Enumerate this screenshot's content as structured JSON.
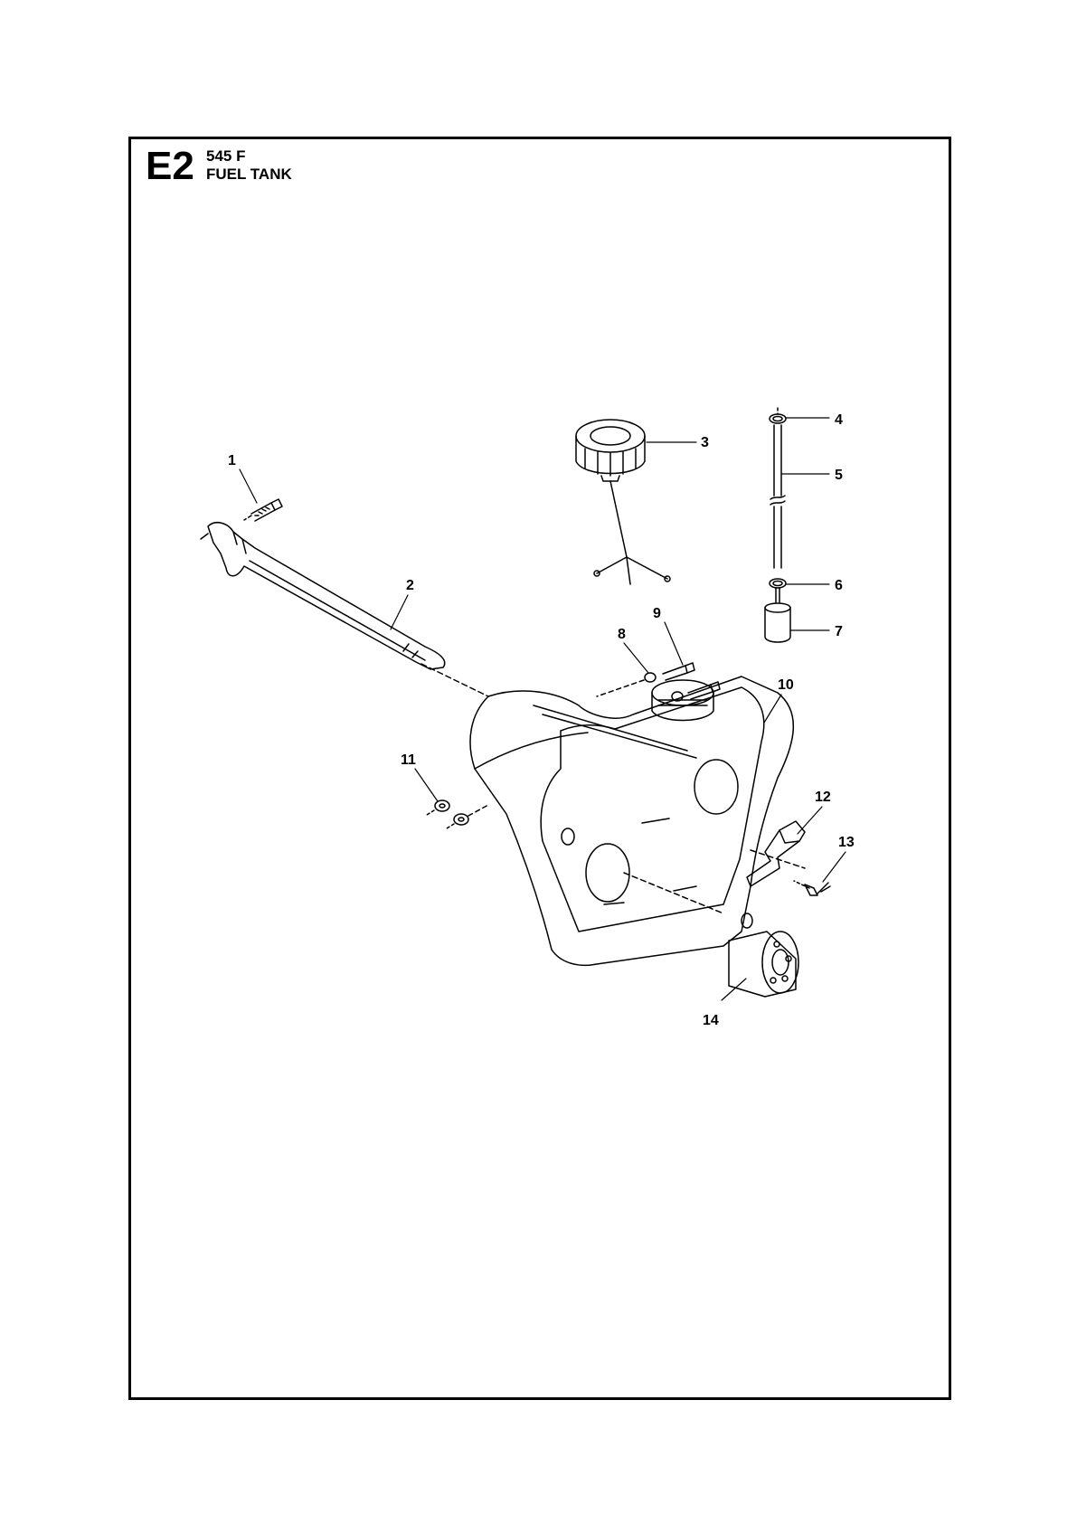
{
  "header": {
    "section_code": "E2",
    "model": "545 F",
    "title": "FUEL TANK"
  },
  "callouts": [
    {
      "id": "1",
      "label": "1"
    },
    {
      "id": "2",
      "label": "2"
    },
    {
      "id": "3",
      "label": "3"
    },
    {
      "id": "4",
      "label": "4"
    },
    {
      "id": "5",
      "label": "5"
    },
    {
      "id": "6",
      "label": "6"
    },
    {
      "id": "7",
      "label": "7"
    },
    {
      "id": "8",
      "label": "8"
    },
    {
      "id": "9",
      "label": "9"
    },
    {
      "id": "10",
      "label": "10"
    },
    {
      "id": "11",
      "label": "11"
    },
    {
      "id": "12",
      "label": "12"
    },
    {
      "id": "13",
      "label": "13"
    },
    {
      "id": "14",
      "label": "14"
    }
  ]
}
